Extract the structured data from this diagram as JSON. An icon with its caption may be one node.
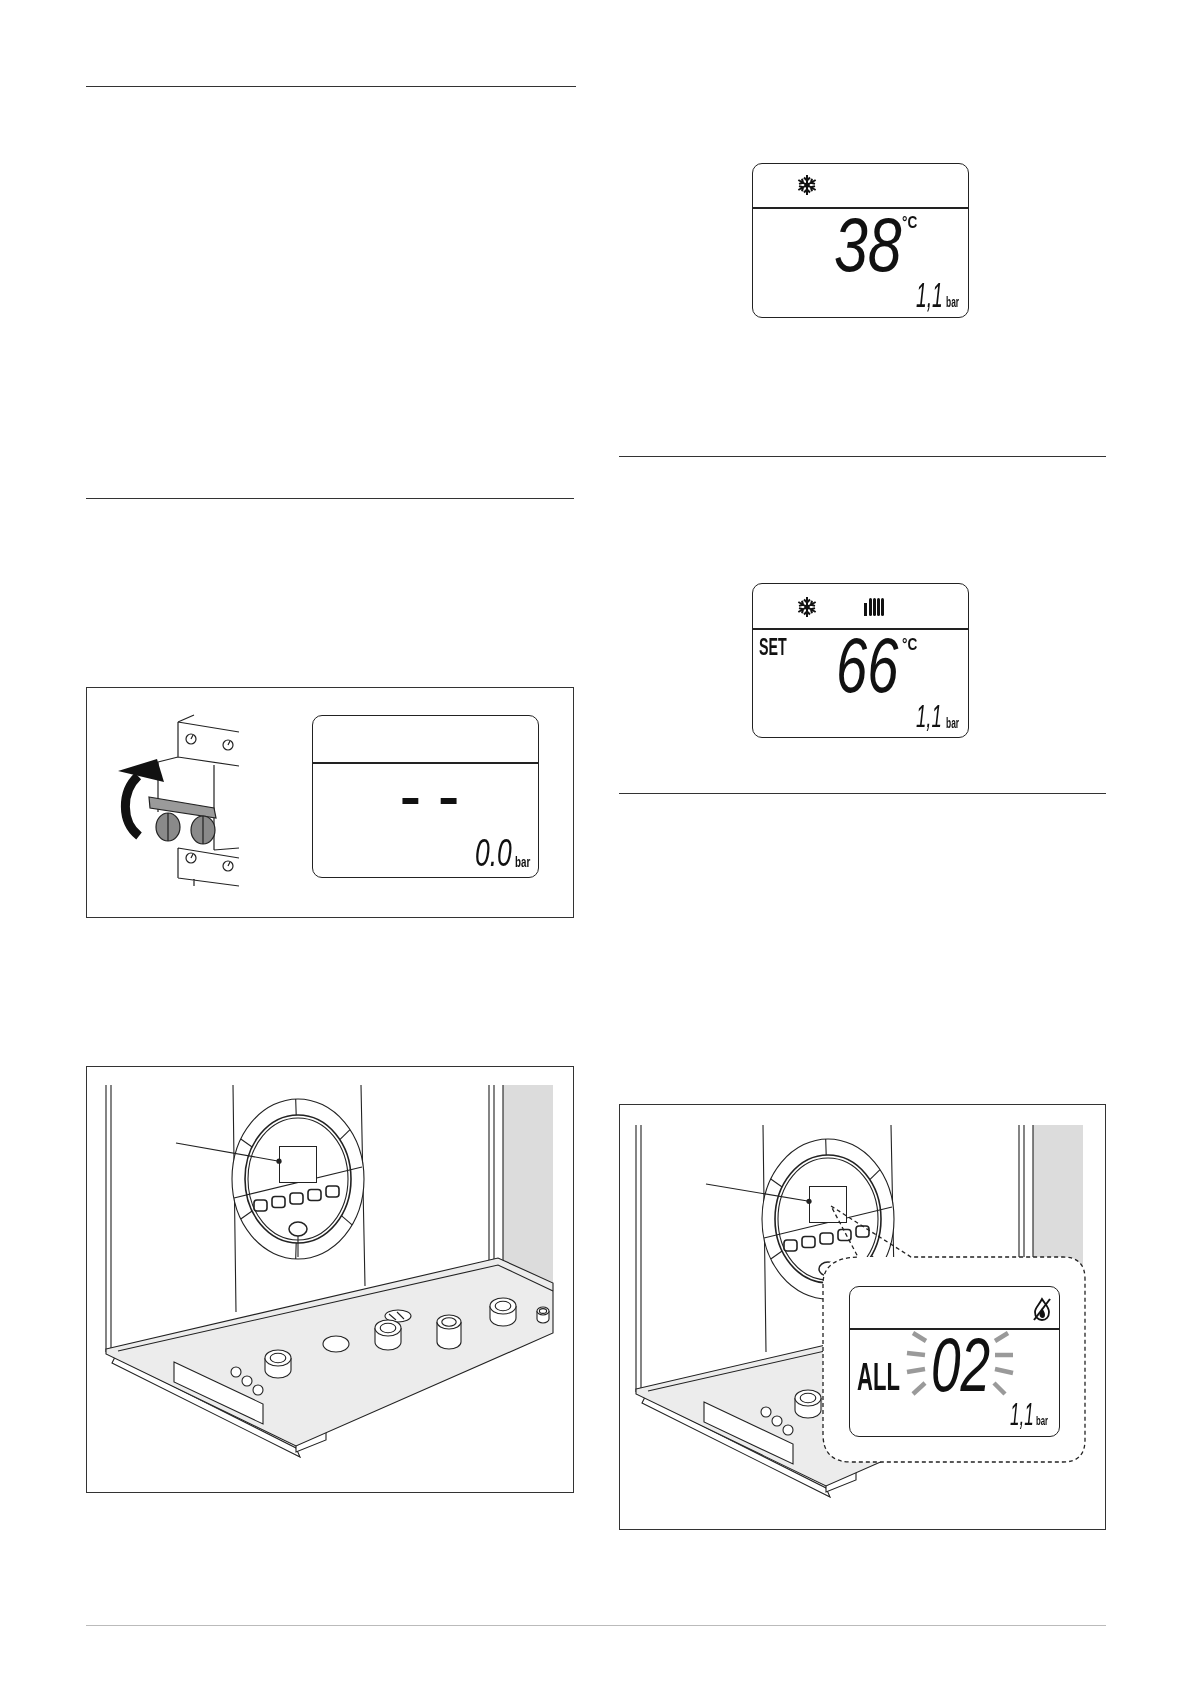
{
  "diagram": {
    "nodes": [
      {
        "text": [
          "- -",
          "0.0",
          "bar"
        ]
      },
      {
        "text": [],
        "shape": "box"
      },
      {
        "text": [
          "38",
          "°C",
          "1,1",
          "bar"
        ]
      },
      {
        "text": [
          "SET",
          "66",
          "°C",
          "1,1",
          "bar"
        ]
      },
      {
        "text": [],
        "shape": "box"
      },
      {
        "text": [
          "ALL",
          "02",
          "1,1",
          "bar"
        ]
      }
    ],
    "edges": [
      {
        "from": null,
        "to": 1,
        "arrow": "other"
      },
      {
        "from": null,
        "to": 4,
        "arrow": "other"
      }
    ]
  }
}
